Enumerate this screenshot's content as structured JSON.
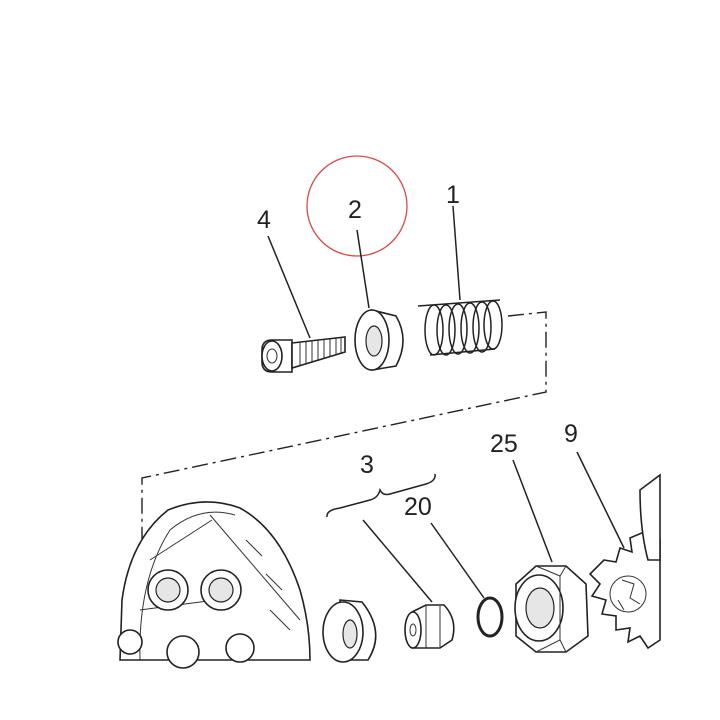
{
  "callouts": {
    "spring": "1",
    "washer": "2",
    "kit": "3",
    "bolt": "4",
    "star_wheel": "9",
    "o_ring": "20",
    "nut": "25"
  },
  "highlight": {
    "target": "2",
    "color": "#d94a4a"
  },
  "colors": {
    "line": "#222222",
    "background": "#ffffff"
  }
}
